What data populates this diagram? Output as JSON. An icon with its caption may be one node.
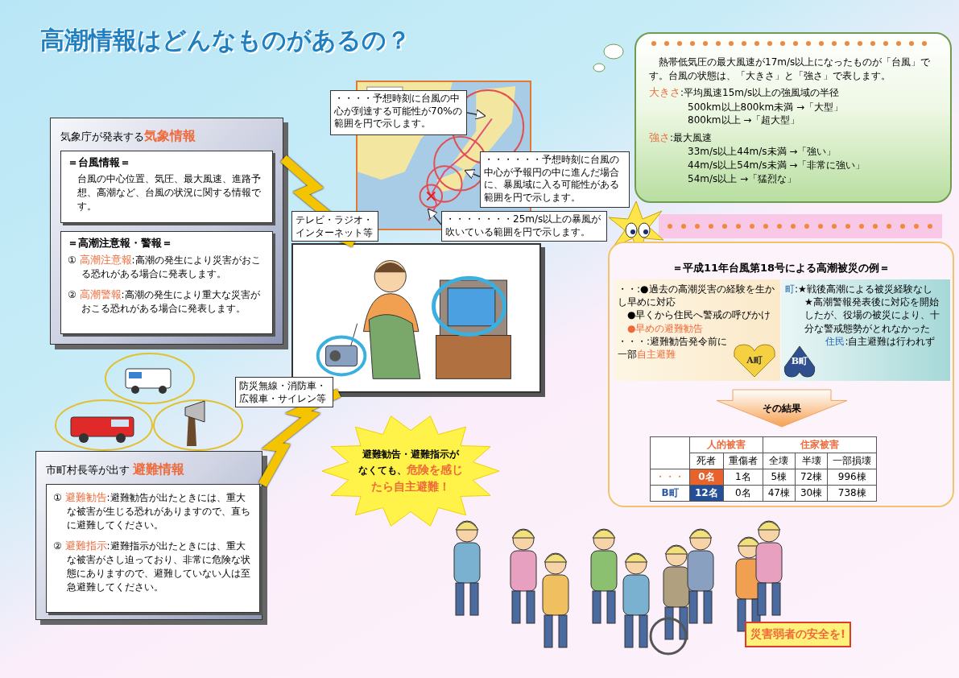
{
  "diagram": {
    "title": "高潮情報はどんなものがあるの？",
    "nodes": [
      {
        "text": [
          "気象庁が発表する**気象情報**"
        ]
      },
      {
        "text": [
          "＝台風情報＝",
          "台風の中心位置、気圧、最大風速、進路予想、高潮など、台風の状況に関する情報です。"
        ],
        "in": 0
      },
      {
        "text": [
          "＝高潮注意報・警報＝",
          "① **高潮注意報**:高潮の発生により災害がおこる恐れがある場合に発表します。",
          "② **高潮警報**:高潮の発生により重大な災害がおこる恐れがある場合に発表します。"
        ],
        "in": 0
      },
      {
        "text": [],
        "shape": "picture"
      },
      {
        "text": [
          "・・・・予想時刻に台風の中心が到達する可能性が70%の範囲を円で示します。"
        ]
      },
      {
        "text": [
          "・・・・・・予想時刻に台風の中心が予報円の中に進んだ場合に、暴風域に入る可能性がある範囲を円で示します。"
        ]
      },
      {
        "text": [
          "・・・・・・・25m/s以上の暴風が吹いている範囲を円で示します。"
        ]
      },
      {
        "text": [
          "熱帯低気圧の最大風速が17m/s以上になったものが「台風」です。台風の状態は、「大きさ」と「強さ」で表します。",
          "**大きさ**:平均風速15m/s以上の強風域の半径",
          "500km以上800km未満 →「大型」",
          "800km以上 →「超大型」",
          "**強さ**:最大風速",
          "33m/s以上44m/s未満 →「強い」",
          "44m/s以上54m/s未満 →「非常に強い」",
          "54m/s以上 →「猛烈な」"
        ]
      },
      {
        "text": [],
        "shape": "picture"
      },
      {
        "text": [
          "市町村長等が出す **避難情報**"
        ]
      },
      {
        "text": [
          "① **避難勧告**:避難勧告が出たときには、重大な被害が生じる恐れがありますので、直ちに避難してください。",
          "② **避難指示**:避難指示が出たときには、重大な被害がさし迫っており、非常に危険な状態にありますので、避難していない人は至急避難してください。"
        ],
        "in": 9
      },
      {
        "text": [
          "避難勧告・避難指示がなくても、**危険を感じたら自主避難！**"
        ]
      },
      {
        "text": [
          "＝平成11年台風第18号による高潮被災の例＝"
        ]
      },
      {
        "text": [
          "・・:●過去の高潮災害の経験を生かし早めに対応",
          "●早くから住民へ警戒の呼びかけ",
          "●早めの避難勧告",
          "・・・:避難勧告発令前に一部**自主避難**"
        ],
        "in": 12
      },
      {
        "text": [
          "A町"
        ],
        "in": 13
      },
      {
        "text": [
          "**町**:★戦後高潮による被災経験なし",
          "★高潮警報発表後に対応を開始したが、役場の被災により、十分な警戒態勢がとれなかった",
          "**住民**:自主避難は行われず"
        ],
        "in": 12
      },
      {
        "text": [
          "B町"
        ],
        "in": 15
      },
      {
        "text": [
          "その結果"
        ],
        "in": 12
      },
      {
        "text": [
          "災害弱者の安全を!"
        ]
      }
    ],
    "edges": [
      {
        "from": 0,
        "to": 8,
        "arrow": "none",
        "style": "thick",
        "color": "#f5c400",
        "label": "テレビ・ラジオ・インターネット等"
      },
      {
        "from": 9,
        "to": 8,
        "arrow": "none",
        "style": "thick",
        "color": "#f5c400",
        "label": "防災無線・消防車・広報車・サイレン等"
      },
      {
        "from": 4,
        "to": 3,
        "arrow": "to"
      },
      {
        "from": 5,
        "to": 3,
        "arrow": "to"
      },
      {
        "from": 6,
        "to": 3,
        "arrow": "to"
      }
    ],
    "labels": [
      "人的被害",
      "住家被害",
      "死者",
      "重傷者",
      "全壊",
      "半壊",
      "一部損壊",
      "・・・",
      "0名",
      "1名",
      "5棟",
      "72棟",
      "996棟",
      "B町",
      "12名",
      "0名",
      "47棟",
      "30棟",
      "738棟"
    ]
  }
}
